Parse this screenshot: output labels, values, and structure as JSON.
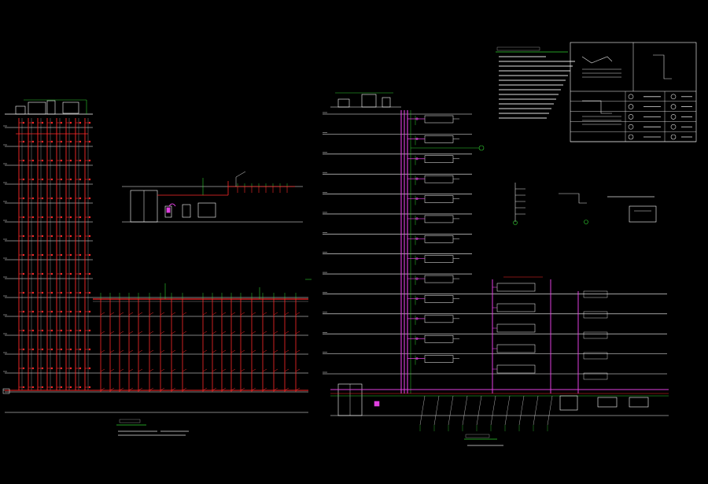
{
  "colors": {
    "background": "#000000",
    "floor_line": "#ffffff",
    "supply_pipe": "#ff2a2a",
    "riser_pipe": "#e040e0",
    "green_pipe": "#30d030",
    "equipment": "#ffffff",
    "annotation": "#e0e0e0"
  },
  "drawing": {
    "left_system": {
      "floors": 15,
      "riser_columns": 8
    },
    "center_detail": {
      "branches": 8
    },
    "right_system": {
      "floors": 14,
      "units_per_floor": 3,
      "podium_floors": 5
    },
    "legend": {
      "symbol_rows": 5
    },
    "notes_lines": 14
  }
}
